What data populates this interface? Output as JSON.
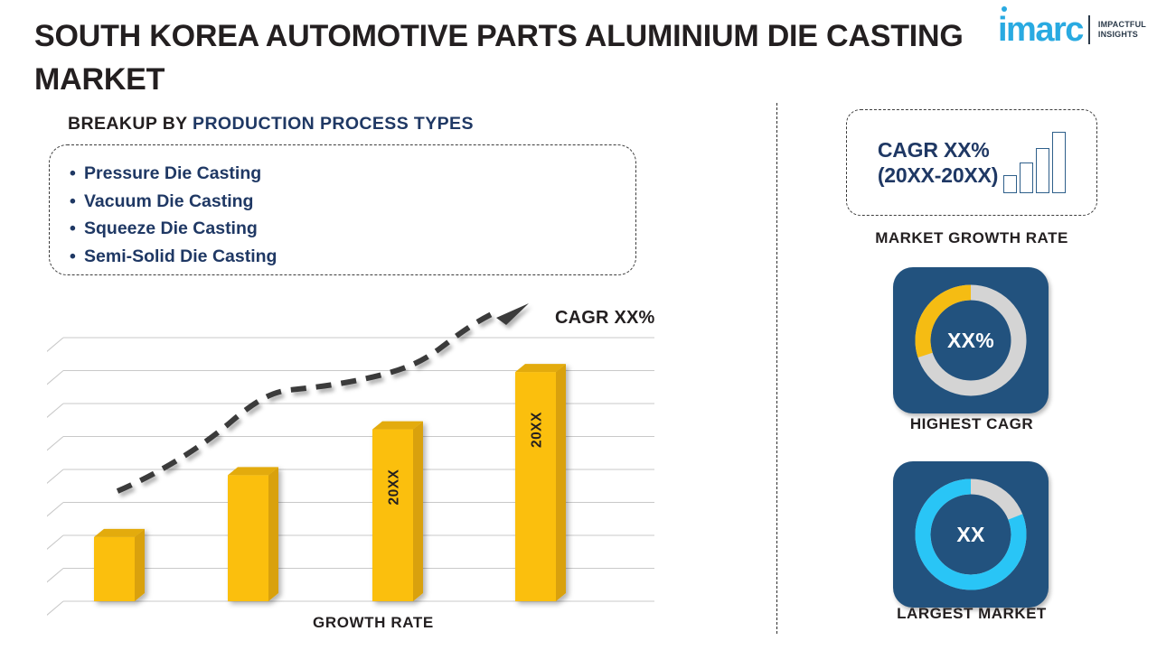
{
  "header": {
    "title": "SOUTH KOREA AUTOMOTIVE PARTS ALUMINIUM DIE CASTING MARKET",
    "logo": {
      "mark": "imarc",
      "tagline_line1": "IMPACTFUL",
      "tagline_line2": "INSIGHTS",
      "mark_color": "#29aae1",
      "tagline_color": "#2b3a4a"
    }
  },
  "breakup": {
    "heading_prefix": "BREAKUP BY ",
    "heading_highlight": "PRODUCTION PROCESS TYPES",
    "bullet": "•",
    "items": [
      "Pressure Die Casting",
      "Vacuum Die Casting",
      "Squeeze Die Casting",
      "Semi-Solid Die Casting"
    ],
    "text_color": "#1f3864"
  },
  "chart_data": {
    "type": "bar",
    "title": "",
    "xlabel": "GROWTH RATE",
    "ylabel": "",
    "categories": [
      "",
      "",
      "20XX",
      "20XX"
    ],
    "values": [
      28,
      55,
      75,
      100
    ],
    "ylim": [
      0,
      115
    ],
    "grid": true,
    "bar_labels": [
      "",
      "",
      "20XX",
      "20XX"
    ],
    "annotation": "CAGR XX%",
    "trend": {
      "style": "dashed-arrow",
      "color": "#3a3a3a",
      "direction": "upward"
    },
    "bar_color": "#fbbf0b",
    "bar_side_color": "#d9a107",
    "bar_top_color": "#e3ab08",
    "gridline_color": "#c9c9c9",
    "gridline_count": 9
  },
  "market_growth": {
    "cagr_line1": "CAGR XX%",
    "cagr_line2": "(20XX-20XX)",
    "icon": "bar-chart-icon",
    "icon_bar_heights": [
      18,
      32,
      48,
      66
    ],
    "label": "MARKET GROWTH RATE",
    "accent_color": "#1f3864"
  },
  "tiles": [
    {
      "name": "highest-cagr",
      "value": "XX%",
      "label": "HIGHEST CAGR",
      "arc_color": "#f5bc13",
      "track_color": "#d4d4d4",
      "tile_color": "#22527e",
      "arc_percent": 30
    },
    {
      "name": "largest-market",
      "value": "XX",
      "label": "LARGEST MARKET",
      "arc_color": "#29c5f6",
      "track_color": "#d4d4d4",
      "tile_color": "#22527e",
      "arc_percent": 81
    }
  ]
}
